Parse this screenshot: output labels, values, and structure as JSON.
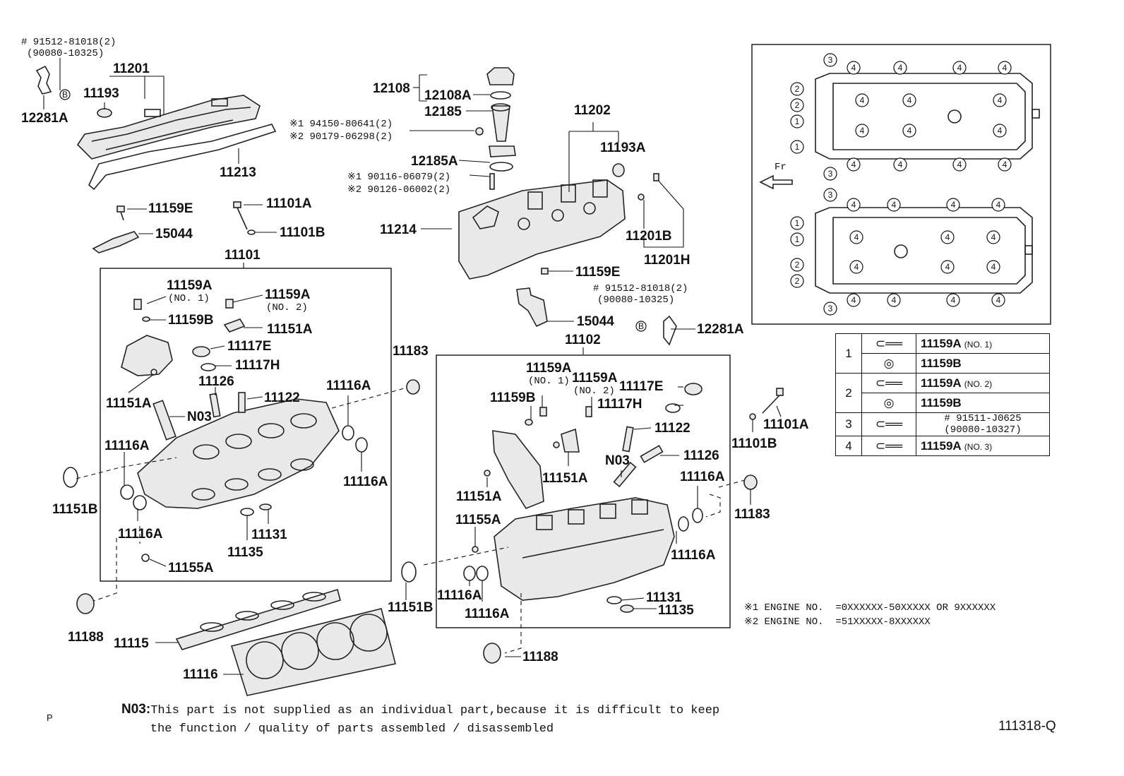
{
  "labels": {
    "l11201": "11201",
    "l11193": "11193",
    "l12281A_left": "12281A",
    "l11213": "11213",
    "l11159E_left": "11159E",
    "l11101A_left": "11101A",
    "l15044_left": "15044",
    "l11101B_left": "11101B",
    "l11101": "11101",
    "l11159A_no1_left": "11159A",
    "l11159A_no2_left": "11159A",
    "l11159B_left": "11159B",
    "l11151A_left_top": "11151A",
    "l11117E_left": "11117E",
    "l11117H_left": "11117H",
    "l11126_left": "11126",
    "l11122_left": "11122",
    "l11151A_left_mid": "11151A",
    "lN03_left": "N03",
    "l11116A_l1": "11116A",
    "l11116A_l2": "11116A",
    "l11116A_l3": "11116A",
    "l11116A_l4": "11116A",
    "l11151B_left": "11151B",
    "l11131_left": "11131",
    "l11135_left": "11135",
    "l11155A_left": "11155A",
    "l11188_left": "11188",
    "l11115": "11115",
    "l11116": "11116",
    "l11183_left": "11183",
    "l12108": "12108",
    "l12108A": "12108A",
    "l12185": "12185",
    "l12185A": "12185A",
    "l11214": "11214",
    "l11202": "11202",
    "l11193A": "11193A",
    "l11201B": "11201B",
    "l11201H": "11201H",
    "l11159E_right": "11159E",
    "l15044_right": "15044",
    "l12281A_right": "12281A",
    "l11102": "11102",
    "l11159A_no1_right": "11159A",
    "l11159A_no2_right": "11159A",
    "l11159B_right": "11159B",
    "l11117E_right": "11117E",
    "l11117H_right": "11117H",
    "l11122_right": "11122",
    "l11126_right": "11126",
    "lN03_right": "N03",
    "l11151A_right1": "11151A",
    "l11151A_right2": "11151A",
    "l11155A_right": "11155A",
    "l11116A_r1": "11116A",
    "l11116A_r2": "11116A",
    "l11116A_r3": "11116A",
    "l11116A_r4": "11116A",
    "l11183_right": "11183",
    "l11101B_right": "11101B",
    "l11101A_right": "11101A",
    "l11151B_right": "11151B",
    "l11131_right": "11131",
    "l11135_right": "11135",
    "l11188_right": "11188"
  },
  "small_text": {
    "topleft_1": "# 91512-81018(2)",
    "topleft_2": "(90080-10325)",
    "no1_left": "(NO. 1)",
    "no2_left": "(NO. 2)",
    "no1_right": "(NO. 1)",
    "no2_right": "(NO. 2)",
    "ref1": "※1 94150-80641(2)",
    "ref2": "※2 90179-06298(2)",
    "ref3": "※1 90116-06079(2)",
    "ref4": "※2 90126-06002(2)",
    "right_1": "# 91512-81018(2)",
    "right_2": "(90080-10325)",
    "fr": "Fr",
    "b_marker": "B"
  },
  "bolt_pattern": {
    "top_row_left": [
      "3",
      "2",
      "2",
      "1",
      "1",
      "3"
    ],
    "bottom_row_left": [
      "3",
      "1",
      "1",
      "2",
      "2",
      "3"
    ],
    "edge_mark": "4",
    "inner_mark": "4"
  },
  "legend": [
    {
      "circle": "1",
      "part": "11159A",
      "sub": "(NO. 1)"
    },
    {
      "circle": "",
      "part": "11159B",
      "sub": ""
    },
    {
      "circle": "2",
      "part": "11159A",
      "sub": "(NO. 2)"
    },
    {
      "circle": "",
      "part": "11159B",
      "sub": ""
    },
    {
      "circle": "3",
      "part_line1": "# 91511-J0625",
      "part_line2": "(90080-10327)"
    },
    {
      "circle": "4",
      "part": "11159A",
      "sub": "(NO. 3)"
    }
  ],
  "engine_notes": {
    "line1": "※1 ENGINE NO.  =0XXXXXX-50XXXXX OR 9XXXXXX",
    "line2": "※2 ENGINE NO.  =51XXXXX-8XXXXXX"
  },
  "note": {
    "label": "N03:",
    "line1": "This part is not supplied as an individual part,because it is difficult to keep",
    "line2": "the function / quality of parts assembled / disassembled"
  },
  "footer": {
    "code": "111318-Q",
    "page_letter": "P"
  }
}
